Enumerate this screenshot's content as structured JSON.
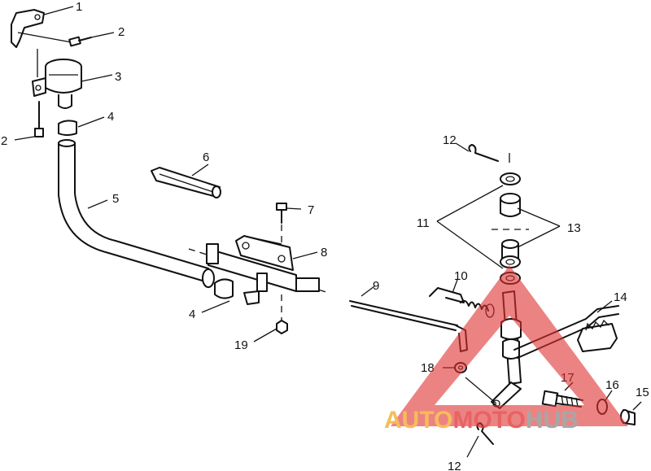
{
  "callouts": {
    "c1": "1",
    "c2a": "2",
    "c2b": "2",
    "c3": "3",
    "c4a": "4",
    "c4b": "4",
    "c5": "5",
    "c6": "6",
    "c7": "7",
    "c8": "8",
    "c9": "9",
    "c10": "10",
    "c11": "11",
    "c12a": "12",
    "c12b": "12",
    "c13": "13",
    "c14": "14",
    "c15": "15",
    "c16": "16",
    "c17": "17",
    "c18": "18",
    "c19": "19"
  },
  "watermark": {
    "part1": "AUTO",
    "part2": "MOTO",
    "part3": "HUB",
    "color_orange": "#f4a623",
    "color_red": "#e03030",
    "color_gray": "#8a8a8a"
  }
}
